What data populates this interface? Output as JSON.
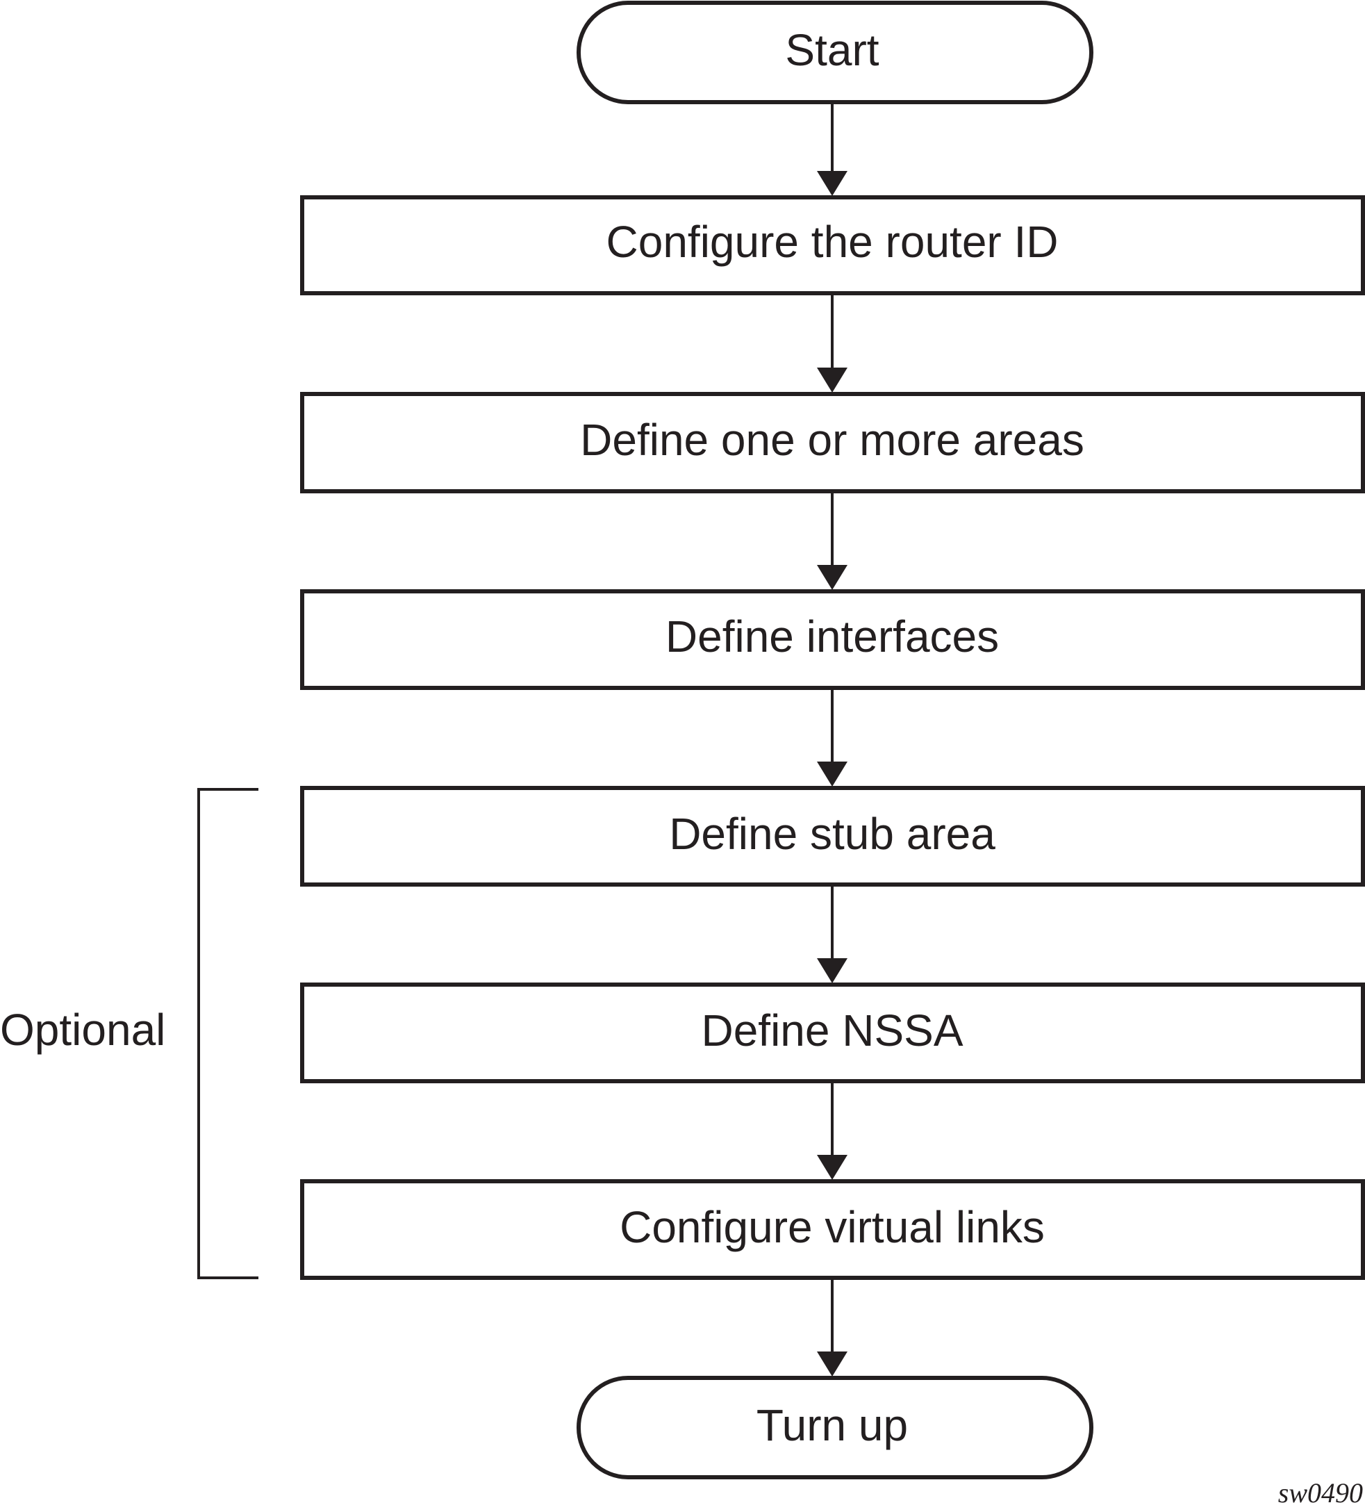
{
  "nodes": [
    {
      "id": "start",
      "label": "Start",
      "shape": "terminal"
    },
    {
      "id": "router-id",
      "label": "Configure the router ID",
      "shape": "process"
    },
    {
      "id": "areas",
      "label": "Define one or more areas",
      "shape": "process"
    },
    {
      "id": "interfaces",
      "label": "Define interfaces",
      "shape": "process"
    },
    {
      "id": "stub-area",
      "label": "Define stub area",
      "shape": "process"
    },
    {
      "id": "nssa",
      "label": "Define NSSA",
      "shape": "process"
    },
    {
      "id": "virtual-links",
      "label": "Configure virtual links",
      "shape": "process"
    },
    {
      "id": "turn-up",
      "label": "Turn up",
      "shape": "terminal"
    }
  ],
  "edges": [
    {
      "from": "start",
      "to": "router-id"
    },
    {
      "from": "router-id",
      "to": "areas"
    },
    {
      "from": "areas",
      "to": "interfaces"
    },
    {
      "from": "interfaces",
      "to": "stub-area"
    },
    {
      "from": "stub-area",
      "to": "nssa"
    },
    {
      "from": "nssa",
      "to": "virtual-links"
    },
    {
      "from": "virtual-links",
      "to": "turn-up"
    }
  ],
  "optional_group": {
    "label": "Optional",
    "nodes": [
      "stub-area",
      "nssa",
      "virtual-links"
    ]
  },
  "figure_id": "sw0490"
}
